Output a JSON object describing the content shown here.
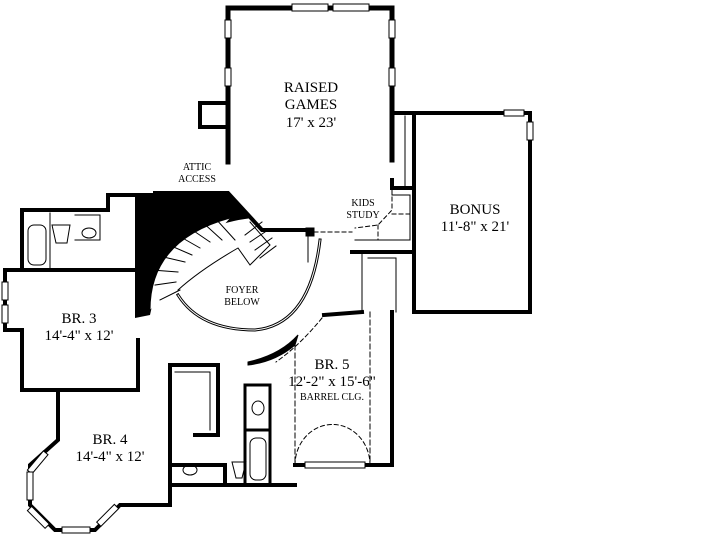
{
  "plan": {
    "rooms": [
      {
        "id": "raised-games",
        "name": "RAISED",
        "name2": "GAMES",
        "dims": "17' x 23'"
      },
      {
        "id": "bonus",
        "name": "BONUS",
        "dims": "11'-8\" x 21'"
      },
      {
        "id": "br3",
        "name": "BR. 3",
        "dims": "14'-4\" x 12'"
      },
      {
        "id": "br4",
        "name": "BR. 4",
        "dims": "14'-4\" x 12'"
      },
      {
        "id": "br5",
        "name": "BR. 5",
        "dims": "12'-2\" x 15'-6\"",
        "note": "BARREL CLG."
      }
    ],
    "annotations": {
      "attic1": "ATTIC",
      "attic2": "ACCESS",
      "kids1": "KIDS",
      "kids2": "STUDY",
      "foyer1": "FOYER",
      "foyer2": "BELOW"
    },
    "colors": {
      "wall": "#000000",
      "background": "#ffffff"
    }
  }
}
